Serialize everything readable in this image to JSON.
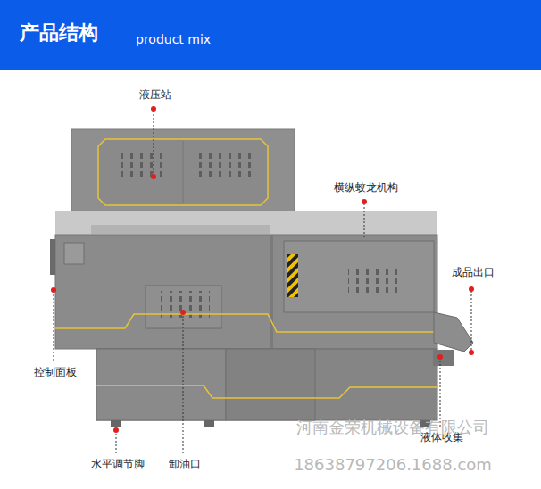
{
  "diagram": {
    "title": "产品结构",
    "labels": [
      "product mix",
      "液压站",
      "横纵蛟龙机构",
      "成品出口",
      "控制面板",
      "液体收集",
      "水平调节脚",
      "卸油口",
      "河南金荣机械设备有限公司",
      "18638797206.1688.com"
    ]
  }
}
